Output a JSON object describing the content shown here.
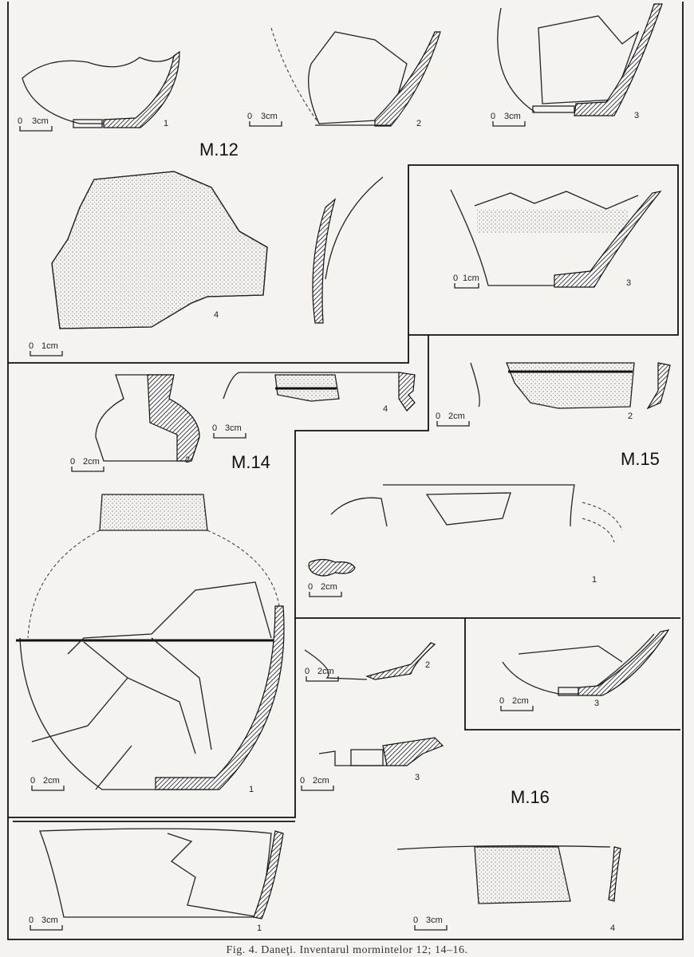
{
  "graves": {
    "m12": "M.12",
    "m14": "M.14",
    "m15": "M.15",
    "m16": "M.16"
  },
  "scales": {
    "s3cm": "3cm",
    "s2cm": "2cm",
    "s1cm": "1cm",
    "zero": "0"
  },
  "items": {
    "n1": "1",
    "n2": "2",
    "n3": "3",
    "n4": "4"
  },
  "caption": "Fig. 4. Daneţi. Inventarul mormintelor 12; 14–16."
}
